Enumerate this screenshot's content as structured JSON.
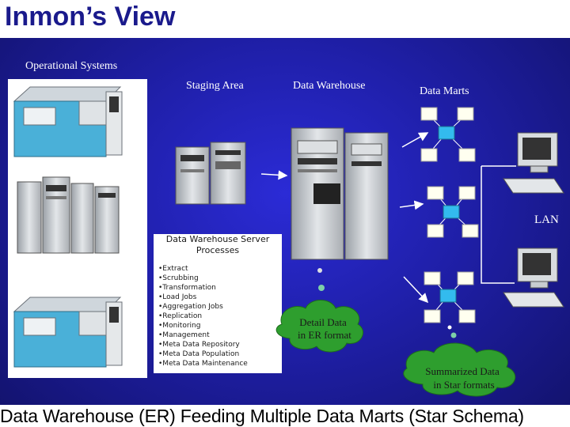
{
  "title": "Inmon’s View",
  "labels": {
    "operational_systems": "Operational Systems",
    "staging_area": "Staging Area",
    "data_warehouse": "Data Warehouse",
    "data_marts": "Data Marts",
    "lan": "LAN"
  },
  "server_processes": {
    "title_line1": "Data Warehouse Server",
    "title_line2": "Processes",
    "items": [
      "•Extract",
      "•Scrubbing",
      "•Transformation",
      "•Load Jobs",
      "•Aggregation Jobs",
      "•Replication",
      "•Monitoring",
      "•Management",
      "•Meta Data Repository",
      "•Meta Data Population",
      "•Meta Data Maintenance"
    ]
  },
  "clouds": {
    "detail_line1": "Detail Data",
    "detail_line2": "in ER format",
    "summary_line1": "Summarized Data",
    "summary_line2": "in Star formats"
  },
  "footer": "Data Warehouse (ER) Feeding Multiple Data Marts (Star Schema)",
  "colors": {
    "title": "#1a1a8c",
    "background_center": "#2b2bd6",
    "background_edge": "#12126a",
    "cloud": "#2e9e2e",
    "star_center": "#33bbee",
    "star_node": "#fffff0"
  }
}
